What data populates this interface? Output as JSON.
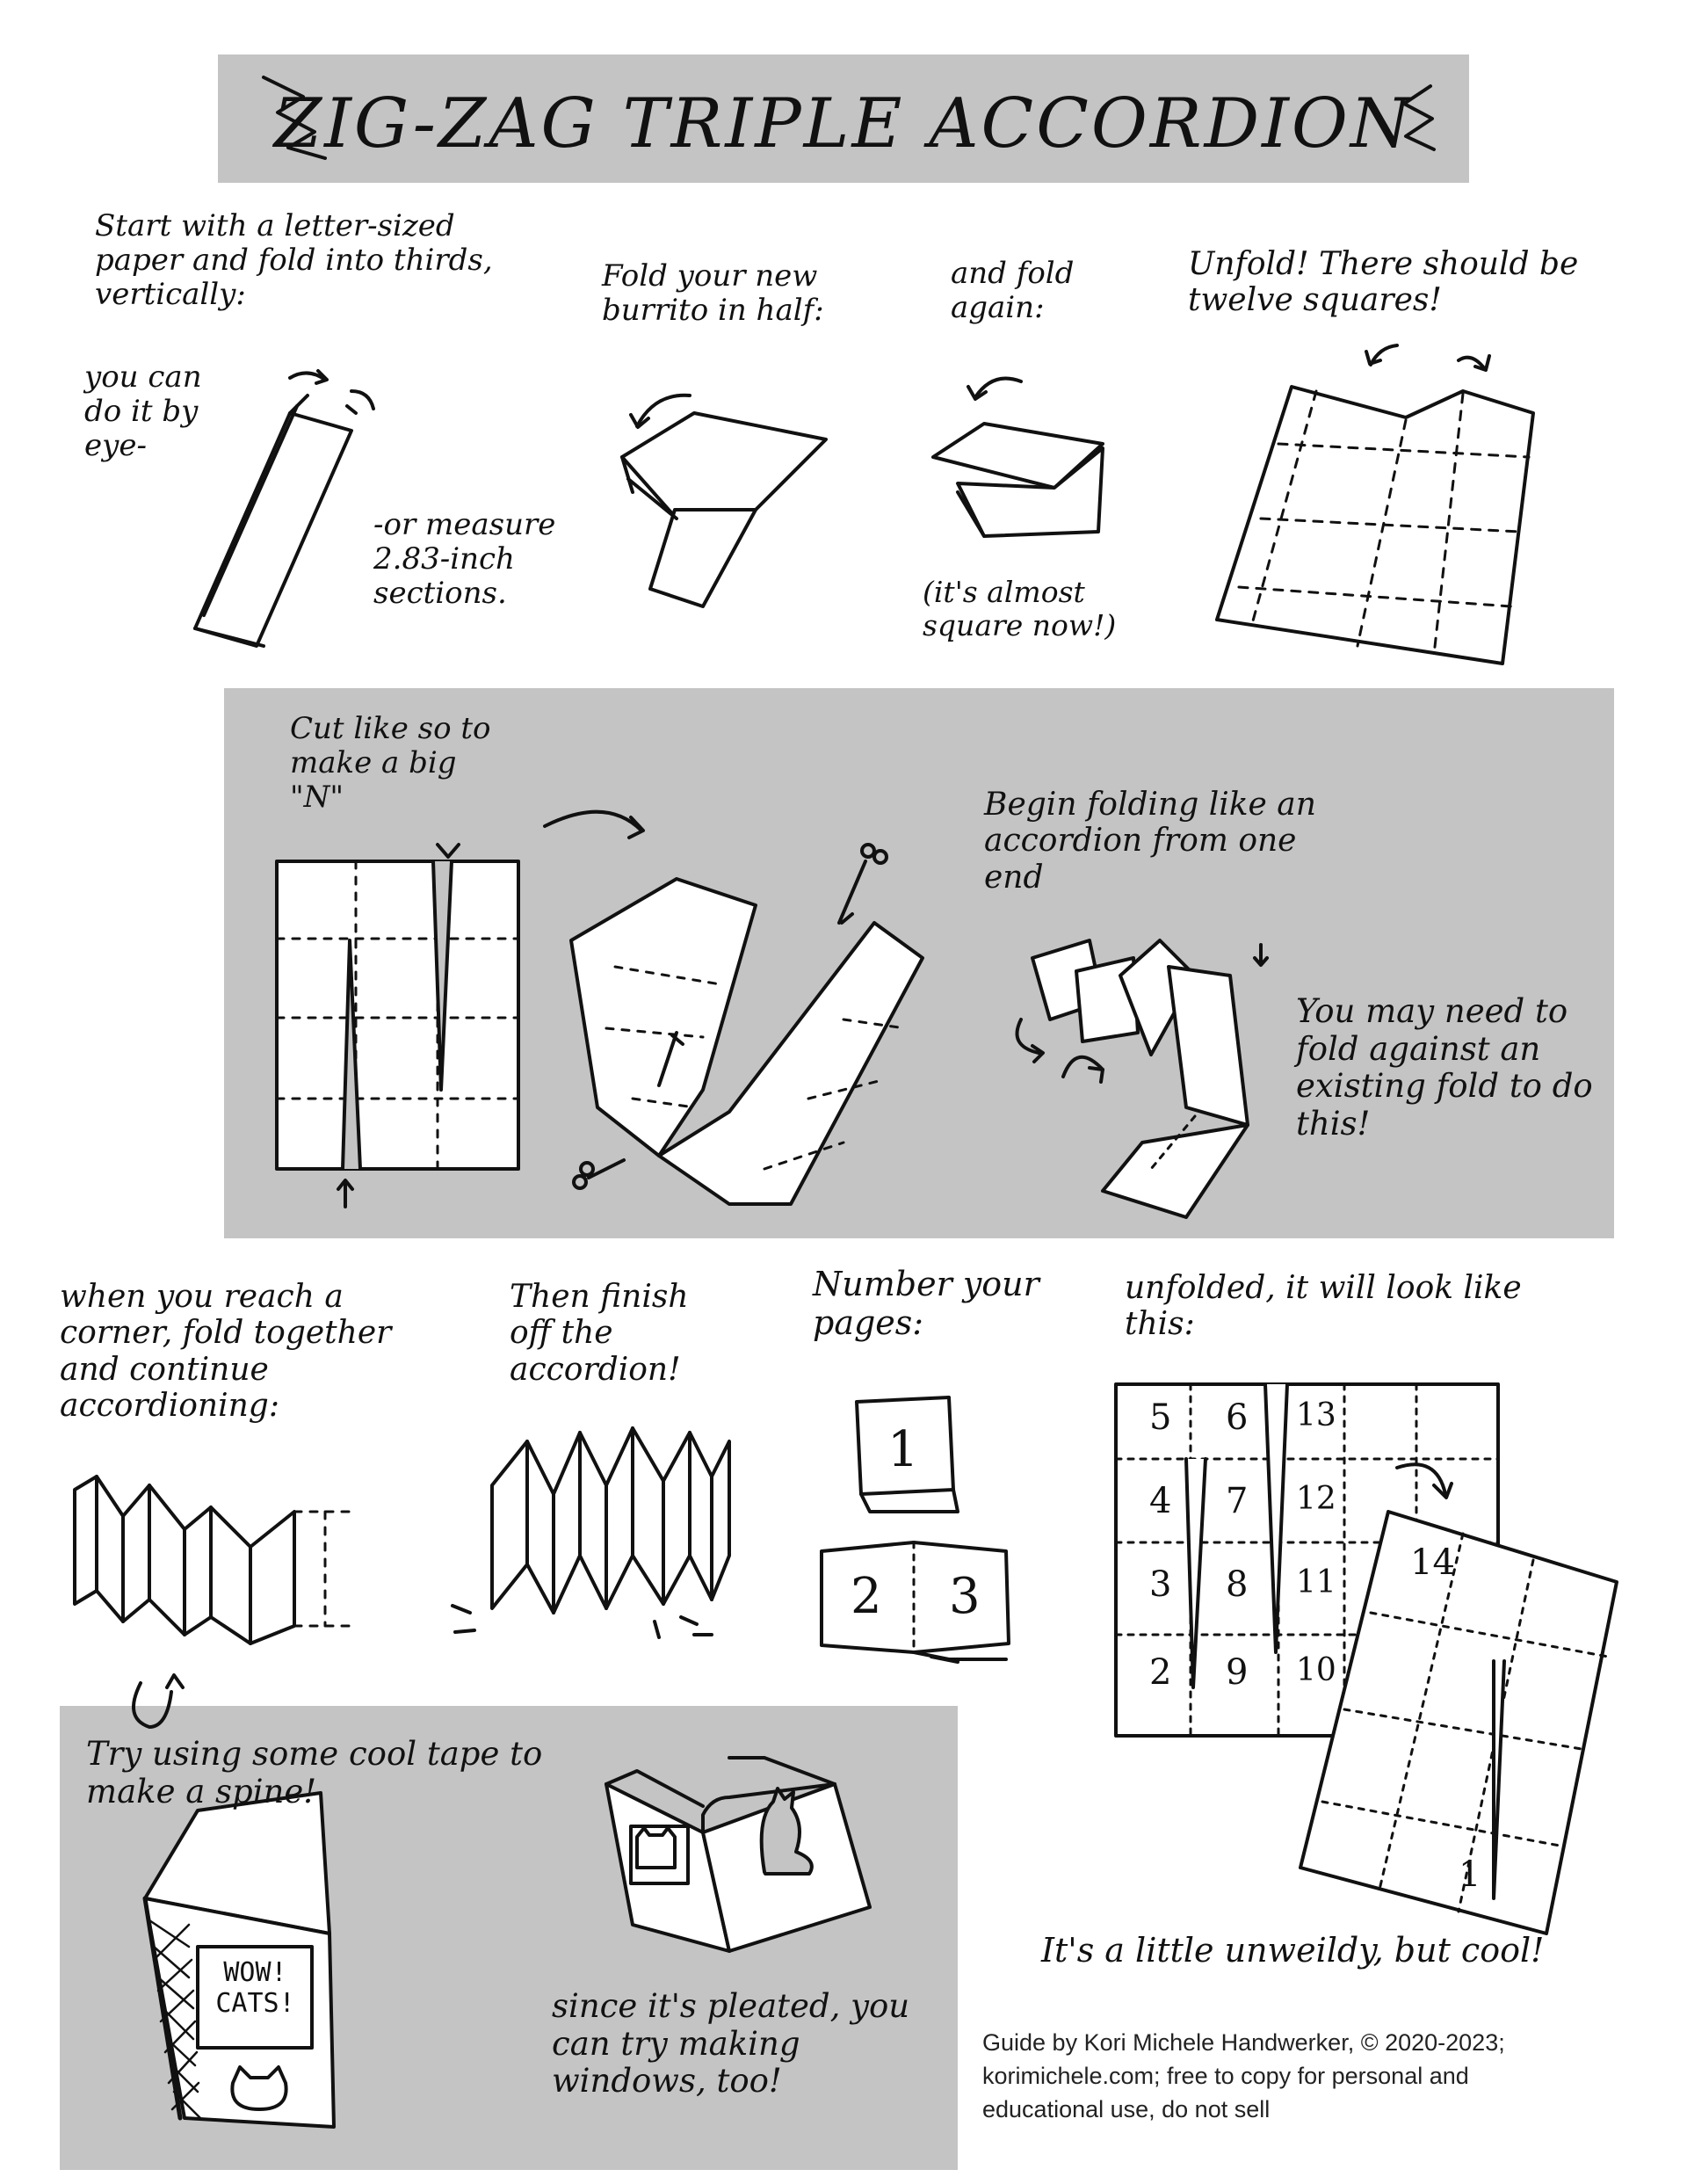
{
  "title": "ZIG-ZAG TRIPLE ACCORDION",
  "steps": {
    "start": "Start with a letter-sized paper and fold into thirds, vertically:",
    "by_eye": "you can do it by eye-",
    "measure": "-or measure 2.83-inch sections.",
    "fold_half": "Fold your new burrito in half:",
    "fold_again": "and fold again:",
    "almost_square": "(it's almost square now!)",
    "unfold": "Unfold! There should be twelve squares!",
    "cut": "Cut like so to make a big \"N\"",
    "begin_folding": "Begin folding like an accordion from one end",
    "may_need": "You may need to fold against an existing fold to do this!",
    "corner": "when you reach a corner, fold together and continue accordioning:",
    "finish": "Then finish off the accordion!",
    "number": "Number your pages:",
    "unfolded": "unfolded, it will look like this:",
    "tape": "Try using some cool tape to make a spine!",
    "windows": "since it's pleated, you can try making windows, too!",
    "unweildy": "It's a little unweildy, but cool!"
  },
  "book_cover": {
    "line1": "WOW!",
    "line2": "CATS!"
  },
  "page_numbers": {
    "small_book": "1",
    "spread_left": "2",
    "spread_right": "3",
    "column1": [
      "5",
      "4",
      "3",
      "2"
    ],
    "column2": [
      "6",
      "7",
      "8",
      "9"
    ],
    "column3": [
      "13",
      "12",
      "11",
      "10"
    ],
    "flipped_top": "14",
    "flipped_bottom": "1"
  },
  "credit": [
    "Guide by Kori Michele Handwerker, © 2020-2023;",
    "korimichele.com; free to copy for personal and",
    "educational use, do not sell"
  ],
  "colors": {
    "panel_gray": "#c4c4c4",
    "ink": "#111111",
    "paper": "#ffffff"
  }
}
